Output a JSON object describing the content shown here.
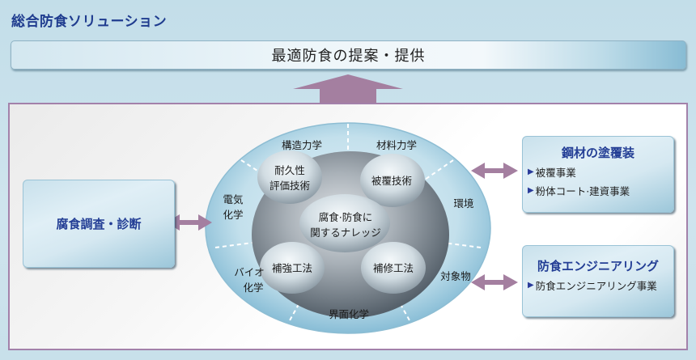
{
  "title": "総合防食ソリューション",
  "banner": {
    "text": "最適防食の提案・提供"
  },
  "left_box": {
    "label": "腐食調査・診断"
  },
  "outer_ring": {
    "segments": [
      "構造力学",
      "材料力学",
      "環境",
      "対象物",
      "界面化学",
      "バイオ化学",
      "電気化学"
    ],
    "labels": {
      "structural": "構造力学",
      "material": "材料力学",
      "environment": "環境",
      "target": "対象物",
      "interface": "界面化学",
      "bio_line1": "バイオ",
      "bio_line2": "化学",
      "electro_line1": "電気",
      "electro_line2": "化学"
    }
  },
  "inner_spheres": {
    "durability_line1": "耐久性",
    "durability_line2": "評価技術",
    "coating_tech": "被覆技術",
    "center_line1": "腐食·防食に",
    "center_line2": "関するナレッジ",
    "reinforcement": "補強工法",
    "repair": "補修工法"
  },
  "right_top_box": {
    "heading": "鋼材の塗覆装",
    "items": [
      "被覆事業",
      "粉体コート·建資事業"
    ]
  },
  "right_bottom_box": {
    "heading": "防食エンジニアリング",
    "items": [
      "防食エンジニアリング事業"
    ]
  },
  "colors": {
    "title": "#1f3c8f",
    "arrow": "#a47fa0",
    "panel_border": "#a381aa",
    "ring": "#a9d0e2",
    "core": "#6f7b85"
  }
}
